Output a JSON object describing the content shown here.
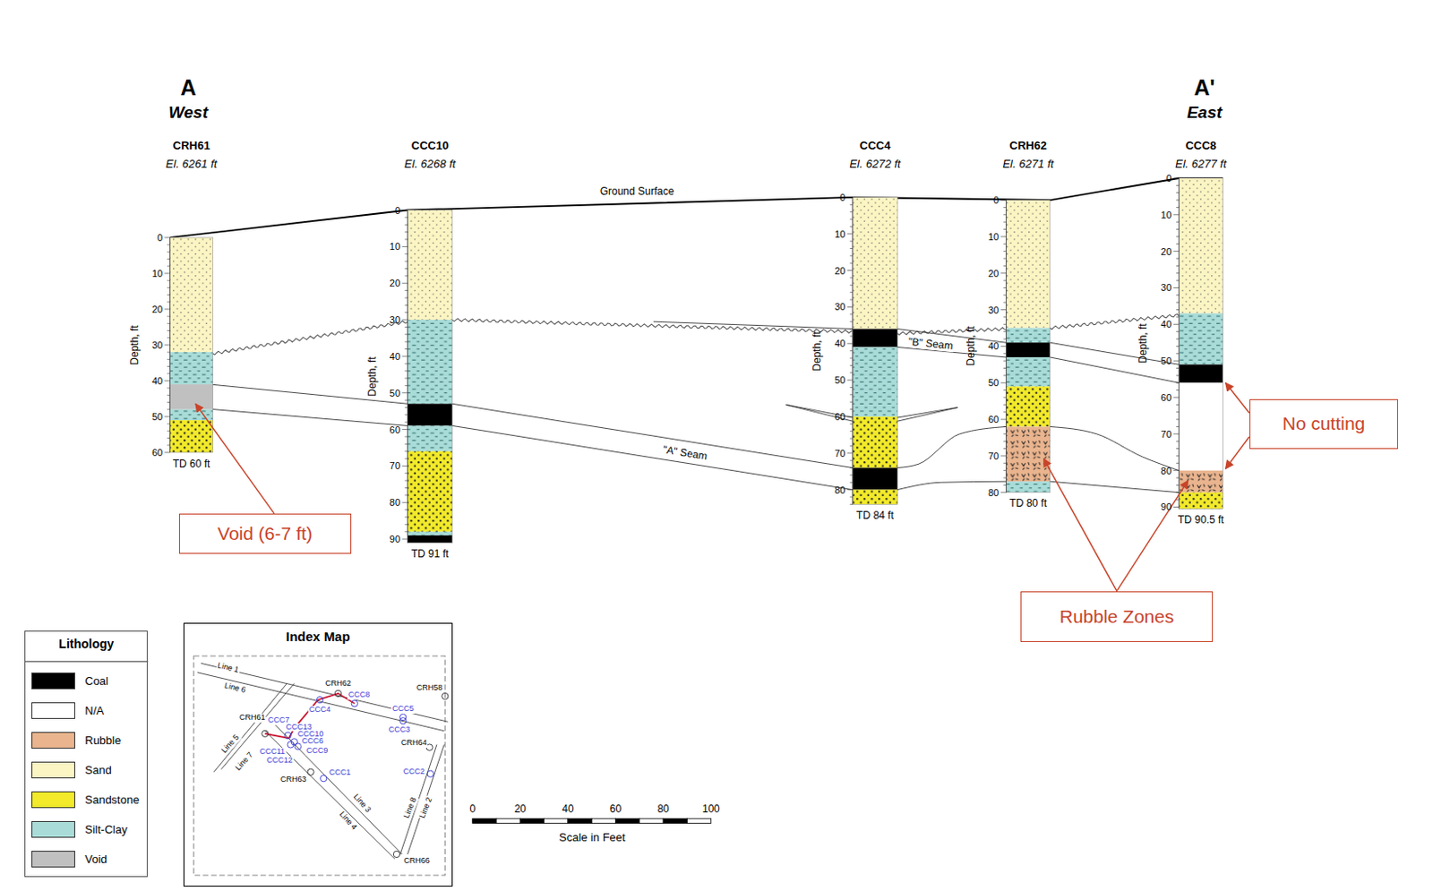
{
  "diagram": {
    "nodes": [
      {
        "text": [
          "Void (6-7 ft)"
        ]
      },
      {
        "text": [
          "No cutting"
        ]
      },
      {
        "text": [
          "Rubble Zones"
        ]
      },
      {
        "text": [
          "Lithology"
        ]
      },
      {
        "text": [
          "Index Map"
        ]
      }
    ],
    "labels": [
      "A",
      "West",
      "A'",
      "East",
      "CRH61",
      "El. 6261 ft",
      "CCC10",
      "El. 6268 ft",
      "CCC4",
      "El. 6272 ft",
      "CRH62",
      "El. 6271 ft",
      "CCC8",
      "El. 6277 ft",
      "Ground Surface",
      "\"B\" Seam",
      "\"A\" Seam",
      "Depth, ft",
      "0",
      "10",
      "20",
      "30",
      "40",
      "50",
      "60",
      "TD 60 ft",
      "Depth, ft",
      "0",
      "10",
      "20",
      "30",
      "40",
      "50",
      "60",
      "70",
      "80",
      "90",
      "TD 91 ft",
      "Depth, ft",
      "0",
      "10",
      "20",
      "30",
      "40",
      "50",
      "60",
      "70",
      "80",
      "TD 84 ft",
      "Depth, ft",
      "0",
      "10",
      "20",
      "30",
      "40",
      "50",
      "60",
      "70",
      "80",
      "TD 80 ft",
      "Depth, ft",
      "0",
      "10",
      "20",
      "30",
      "40",
      "50",
      "60",
      "70",
      "80",
      "90",
      "TD 90.5 ft",
      "0",
      "20",
      "40",
      "60",
      "80",
      "100",
      "Scale in Feet",
      "Line 1",
      "Line 6",
      "Line 5",
      "Line 7",
      "Line 3",
      "Line 4",
      "Line 8",
      "Line 2",
      "CRH62",
      "CCC8",
      "CCC4",
      "CRH58",
      "CRH61",
      "CCC5",
      "CCC3",
      "CCC7",
      "CCC13",
      "CCC10",
      "CCC6",
      "CCC11",
      "CCC9",
      "CCC12",
      "CRH64",
      "CCC2",
      "CRH63",
      "CCC1",
      "CRH66"
    ],
    "legend": [
      {
        "text": "Coal",
        "color": "#000000"
      },
      {
        "text": "N/A",
        "color": "#ffffff"
      },
      {
        "text": "Rubble",
        "color": "#e9b48e"
      },
      {
        "text": "Sand",
        "color": "#fbf5c3"
      },
      {
        "text": "Sandstone",
        "color": "#f2ea2a"
      },
      {
        "text": "Silt-Clay",
        "color": "#a9dcd8"
      },
      {
        "text": "Void",
        "color": "#c0c0c0"
      }
    ]
  }
}
